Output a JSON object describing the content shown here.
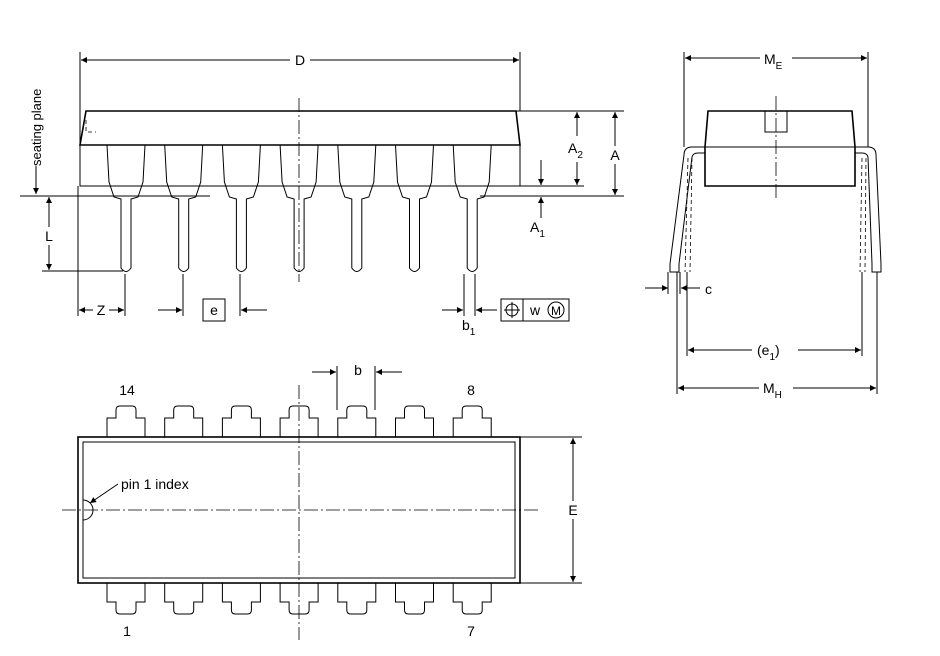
{
  "labels": {
    "D": "D",
    "ME": "M",
    "ME_sub": "E",
    "A": "A",
    "A2": "A",
    "A2_sub": "2",
    "A1": "A",
    "A1_sub": "1",
    "L": "L",
    "Z": "Z",
    "e": "e",
    "b1": "b",
    "b1_sub": "1",
    "w": "w",
    "M_circled": "M",
    "c": "c",
    "e1_open": "(e",
    "e1_sub": "1",
    "e1_close": ")",
    "MH": "M",
    "MH_sub": "H",
    "b": "b",
    "E": "E",
    "seating_plane": "seating plane",
    "pin1_index": "pin 1 index",
    "pin_14": "14",
    "pin_8": "8",
    "pin_1": "1",
    "pin_7": "7"
  },
  "icons": {
    "position_tolerance": "target-crosshair-icon",
    "max_material": "circled-M-icon"
  },
  "package": {
    "pin_count": 14,
    "pins_per_side": 7
  }
}
